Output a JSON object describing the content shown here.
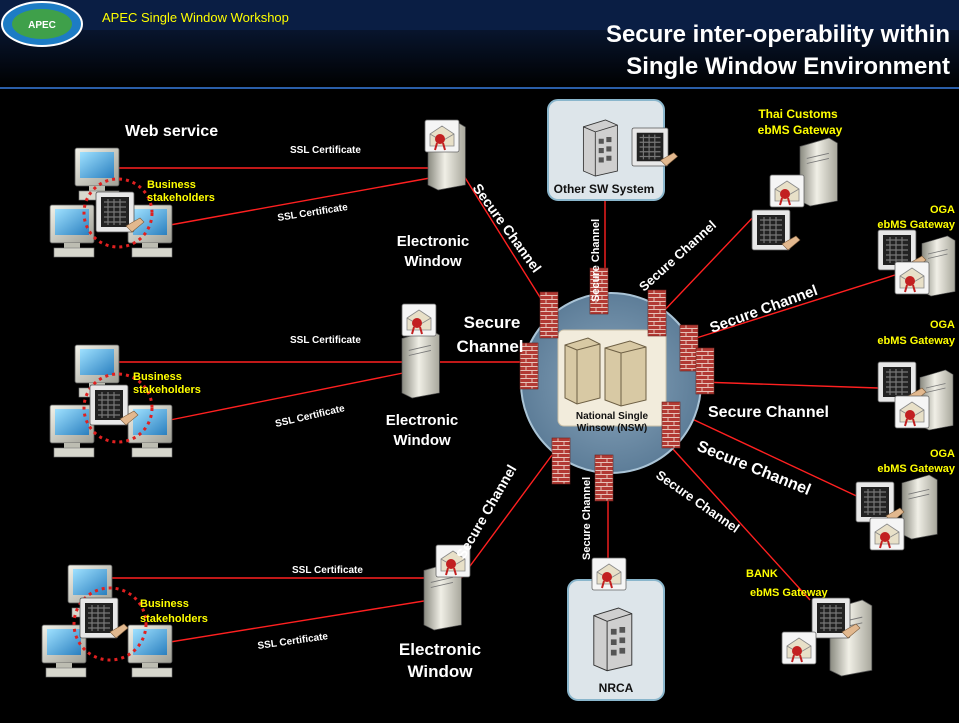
{
  "header": {
    "workshop": "APEC Single Window Workshop",
    "logo_text": "APEC",
    "title_line1": "Secure inter-operability within",
    "title_line2": "Single Window Environment"
  },
  "center": {
    "label_line1": "National Single",
    "label_line2": "Winsow (NSW)"
  },
  "other_sw": {
    "label": "Other SW System"
  },
  "nrca": {
    "label": "NRCA"
  },
  "web_service": "Web service",
  "business_label_line1": "Business",
  "business_label_line2": "stakeholders",
  "ssl_label": "SSL Certificate",
  "electronic_window_line1": "Electronic",
  "electronic_window_line2": "Window",
  "secure_channel": "Secure Channel",
  "secure_label_line1": "Secure",
  "secure_label_line2": "Channel",
  "gateways": {
    "thai_line1": "Thai Customs",
    "thai_line2": "ebMS Gateway",
    "oga_line1": "OGA",
    "oga_line2": "ebMS Gateway",
    "bank_line1": "BANK",
    "bank_line2": "ebMS Gateway"
  },
  "colors": {
    "title_bar": "#163a6e",
    "title_text": "#ffffff",
    "workshop_text": "#ffff00",
    "link_line": "#ff2020",
    "gateway_text": "#ffff00",
    "business_text": "#ffff00",
    "dashed_ring": "#e02020",
    "center_ring": "#6d8fa8",
    "panel_bg": "#dde5ea",
    "panel_border": "#8ab6cc",
    "firewall": "#b53a35"
  },
  "icons": [
    "apec-logo-icon",
    "computer-icon",
    "server-icon",
    "certificate-icon",
    "signature-pad-icon",
    "firewall-icon",
    "building-icon"
  ]
}
